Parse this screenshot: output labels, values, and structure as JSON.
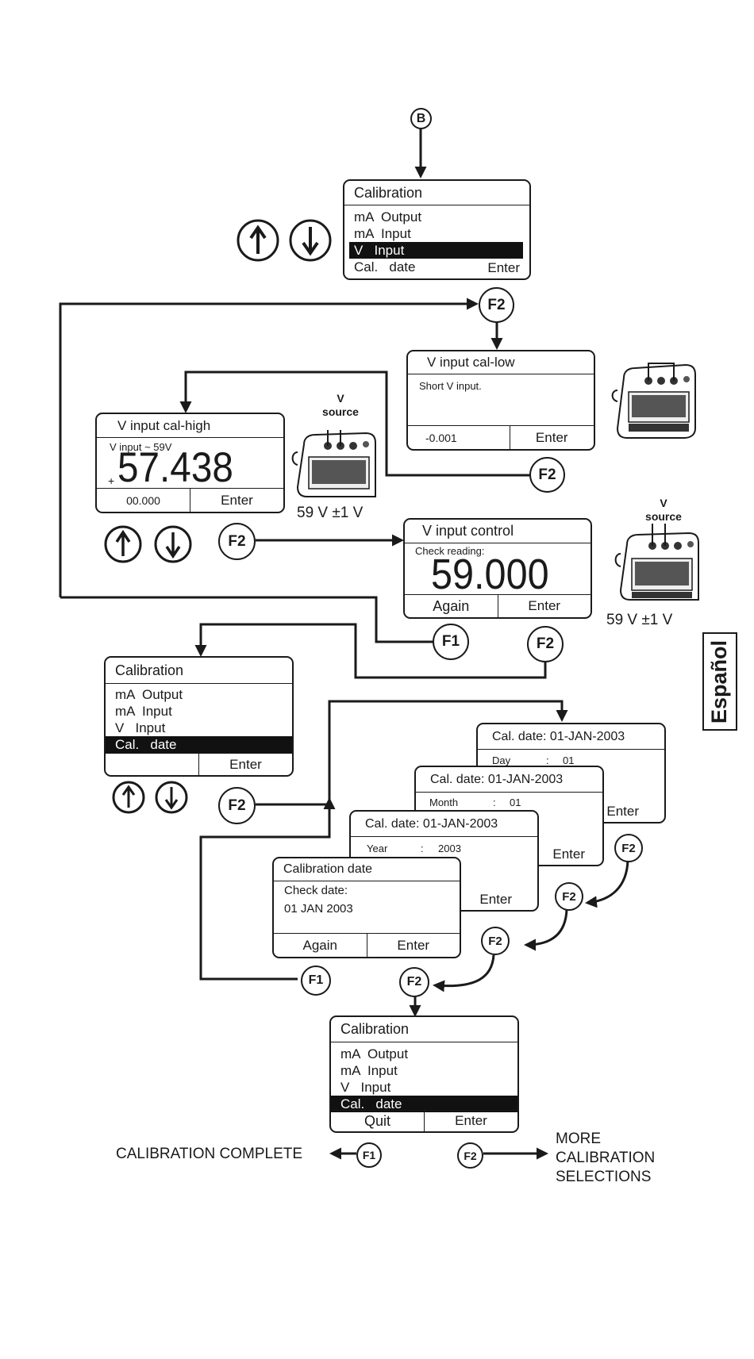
{
  "connectors": {
    "b": "B"
  },
  "keys": {
    "f1": "F1",
    "f2": "F2"
  },
  "screen1": {
    "title": "Calibration",
    "items": [
      "mA  Output",
      "mA  Input",
      "V   Input",
      "Cal.   date"
    ],
    "selected_index": 2,
    "enter": "Enter"
  },
  "cal_low": {
    "title": "V input cal-low",
    "message": "Short V input.",
    "value": "-0.001",
    "enter": "Enter"
  },
  "cal_high": {
    "title": "V input cal-high",
    "subtitle": "V input ~ 59V",
    "sign": "+",
    "reading": "57.438",
    "value": "00.000",
    "enter": "Enter",
    "source_label": "V\nsource",
    "spec": "59 V ±1 V"
  },
  "control": {
    "title": "V input control",
    "subtitle": "Check reading:",
    "reading": "59.000",
    "again": "Again",
    "enter": "Enter",
    "source_label": "V\nsource",
    "spec": "59 V ±1 V"
  },
  "screen2": {
    "title": "Calibration",
    "items": [
      "mA  Output",
      "mA  Input",
      "V   Input",
      "Cal.   date"
    ],
    "selected_index": 3,
    "enter": "Enter"
  },
  "date_day": {
    "title": "Cal. date: 01-JAN-2003",
    "field": "Day",
    "value": "01",
    "enter": "Enter"
  },
  "date_month": {
    "title": "Cal. date: 01-JAN-2003",
    "field": "Month",
    "value": "01",
    "enter": "Enter"
  },
  "date_year": {
    "title": "Cal. date: 01-JAN-2003",
    "field": "Year",
    "value": "2003",
    "enter": "Enter"
  },
  "check_date": {
    "title": "Calibration date",
    "line1": "Check date:",
    "line2": "01 JAN 2003",
    "again": "Again",
    "enter": "Enter"
  },
  "screen3": {
    "title": "Calibration",
    "items": [
      "mA  Output",
      "mA  Input",
      "V   Input",
      "Cal.   date"
    ],
    "selected_index": 3,
    "quit": "Quit",
    "enter": "Enter"
  },
  "outcomes": {
    "complete": "CALIBRATION COMPLETE",
    "more": "MORE\nCALIBRATION\nSELECTIONS"
  },
  "side_tab": "Español",
  "icons": {
    "arrows": [
      "up-arrow-icon",
      "down-arrow-icon"
    ],
    "device": "calibrator-device-icon"
  }
}
